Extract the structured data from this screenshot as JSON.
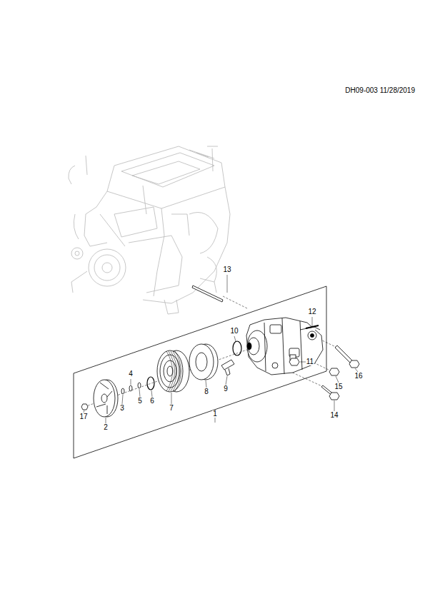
{
  "diagram": {
    "labels": [
      "DH09-003 11/28/2019",
      "1",
      "2",
      "3",
      "4",
      "5",
      "6",
      "7",
      "8",
      "9",
      "10",
      "11",
      "12",
      "13",
      "14",
      "15",
      "16",
      "17"
    ]
  }
}
